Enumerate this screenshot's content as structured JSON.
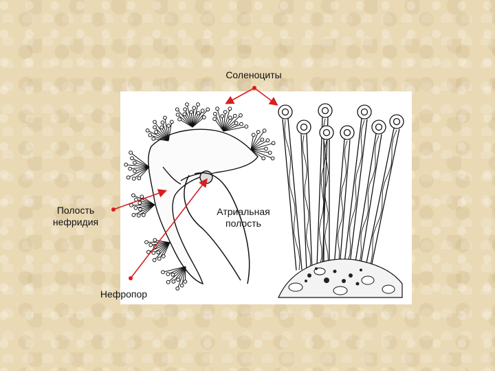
{
  "labels": {
    "solenocytes": "Соленоциты",
    "nephridium_cavity": "Полость\nнефридия",
    "atrial_cavity": "Атриальная\nполость",
    "nephropore": "Нефропор"
  },
  "colors": {
    "background": "#e9d9b4",
    "arrow": "#d81e1e",
    "ink": "#111111"
  }
}
